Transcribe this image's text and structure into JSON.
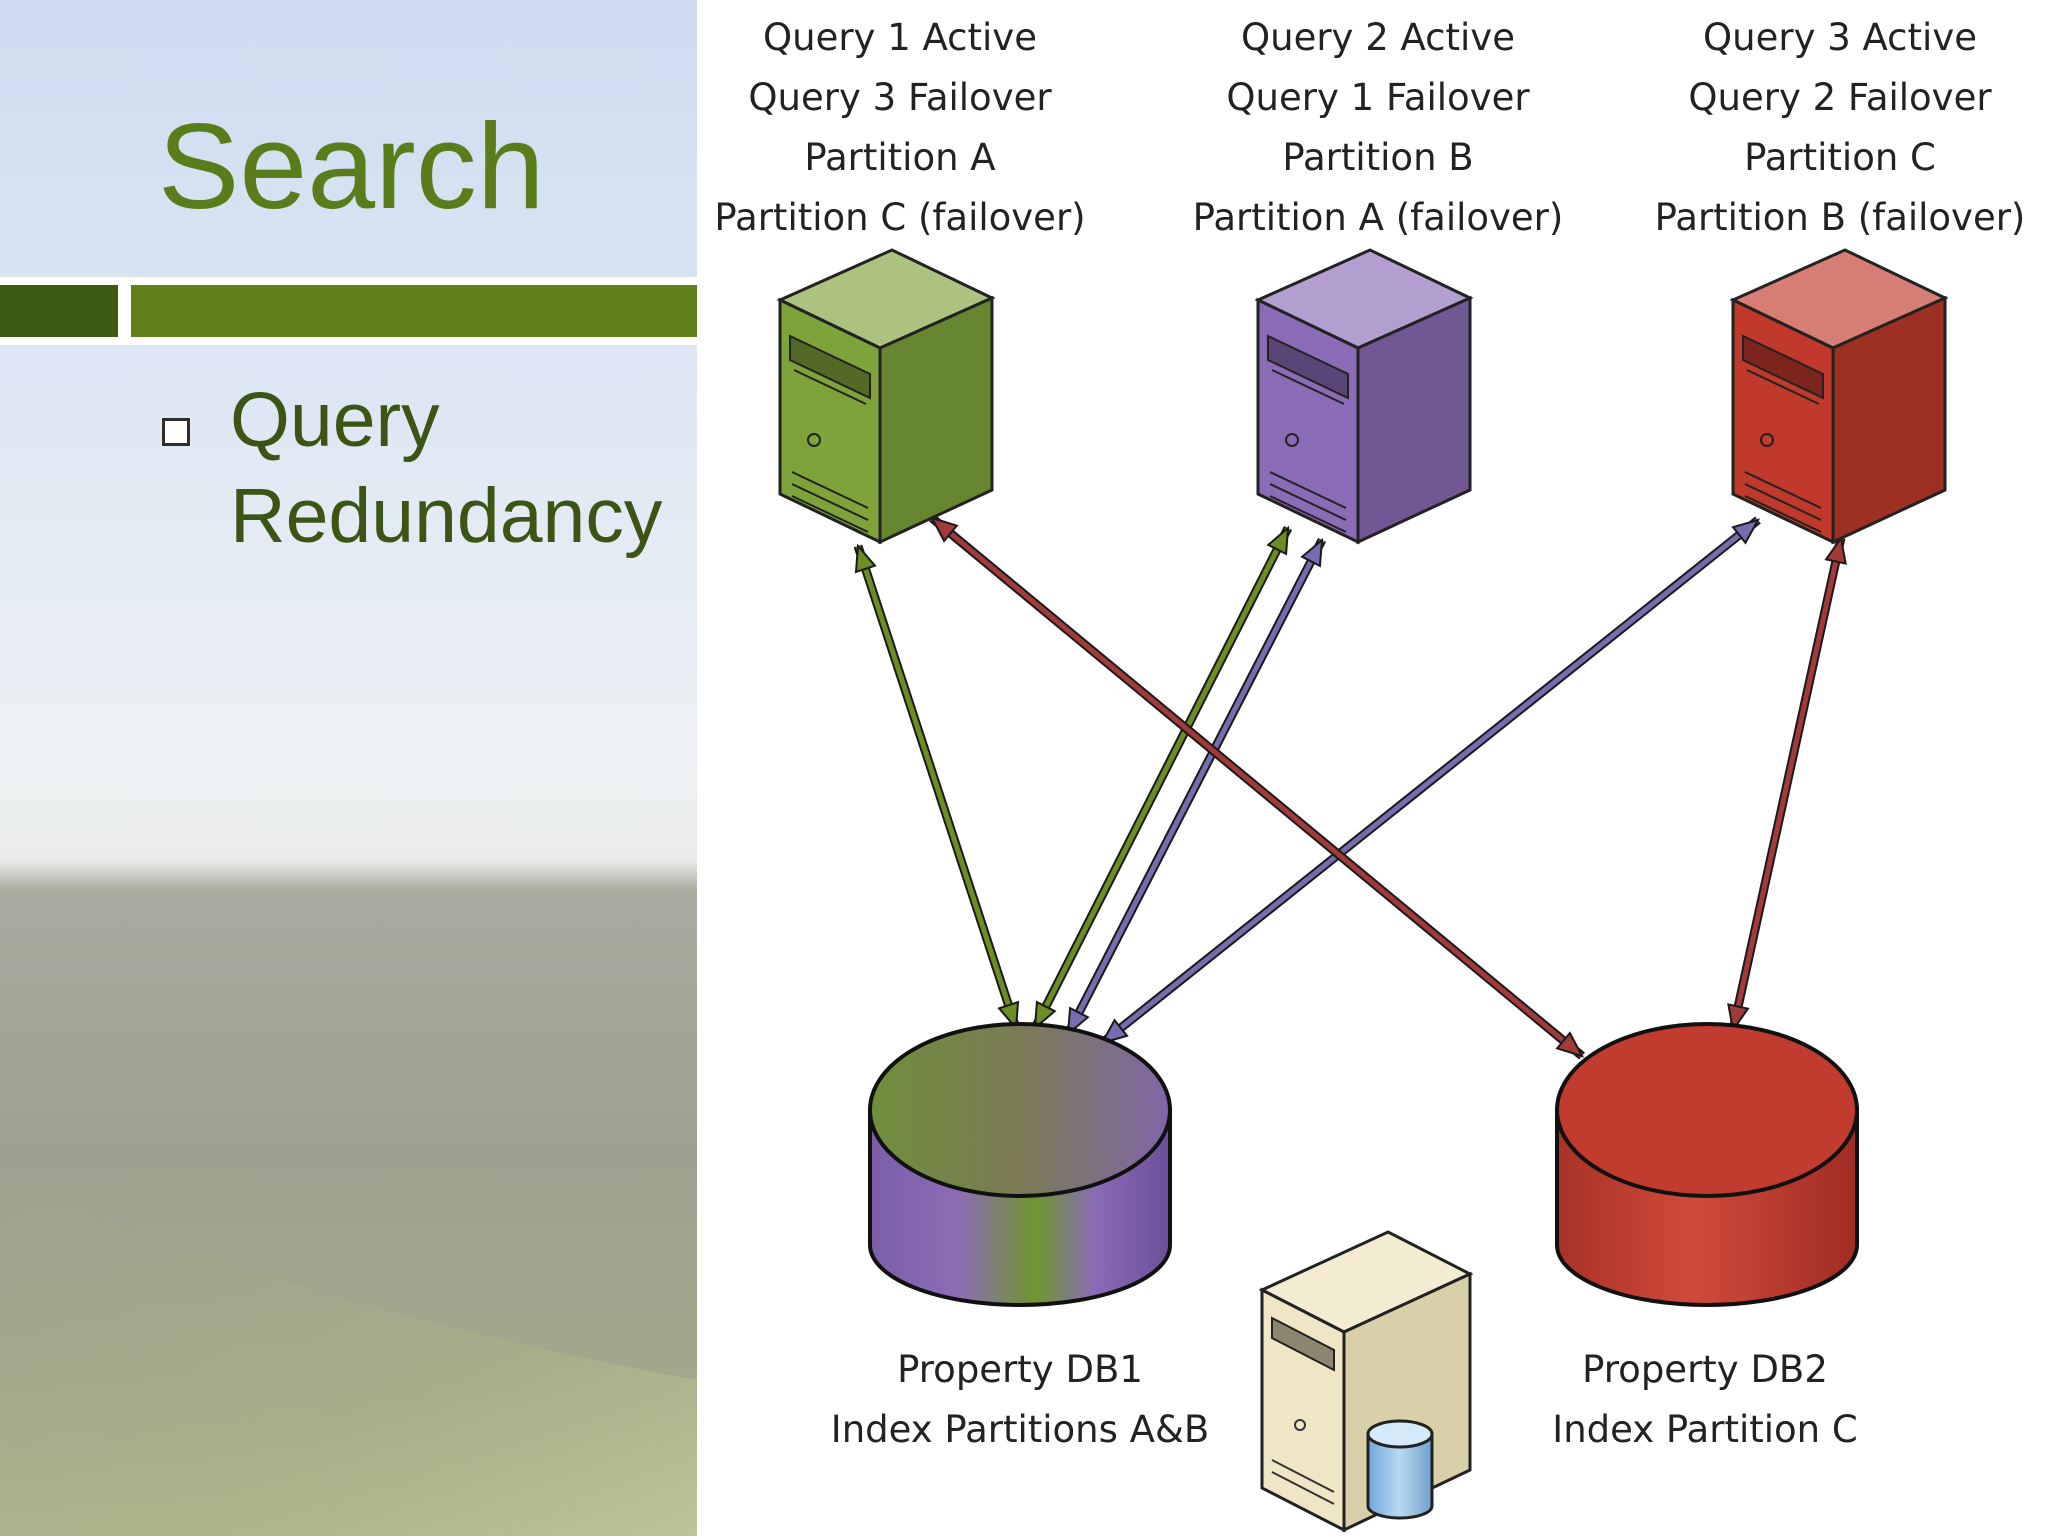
{
  "slide": {
    "title": "Search",
    "bullets": [
      {
        "line1": "Query",
        "line2": "Redundancy"
      }
    ]
  },
  "diagram": {
    "servers": [
      {
        "id": "server-1",
        "color": "#7ea33a",
        "lines": [
          "Query 1 Active",
          "Query 3 Failover",
          "Partition A",
          "Partition C (failover)"
        ]
      },
      {
        "id": "server-2",
        "color": "#8a6bb5",
        "lines": [
          "Query 2 Active",
          "Query 1 Failover",
          "Partition B",
          "Partition A (failover)"
        ]
      },
      {
        "id": "server-3",
        "color": "#c0392b",
        "lines": [
          "Query 3 Active",
          "Query 2 Failover",
          "Partition C",
          "Partition B (failover)"
        ]
      }
    ],
    "databases": [
      {
        "id": "db-1",
        "lines": [
          "Property DB1",
          "Index Partitions A&B"
        ]
      },
      {
        "id": "db-2",
        "lines": [
          "Property DB2",
          "Index Partition C"
        ]
      }
    ],
    "sql_server": {
      "icon": "database-server-icon"
    },
    "connections": [
      {
        "from": "server-1",
        "to": "db-1",
        "color": "#6b8e23"
      },
      {
        "from": "server-2",
        "to": "db-1",
        "color": "#6b8e23"
      },
      {
        "from": "server-2",
        "to": "db-1",
        "color": "#7a6ab0"
      },
      {
        "from": "server-3",
        "to": "db-1",
        "color": "#7a6ab0"
      },
      {
        "from": "server-1",
        "to": "db-2",
        "color": "#a33a3a"
      },
      {
        "from": "server-3",
        "to": "db-2",
        "color": "#a33a3a"
      }
    ]
  },
  "colors": {
    "title": "#5a7d1c",
    "bullet_text": "#3b5614",
    "accent_dark": "#3d5a12",
    "accent": "#5f7f18"
  }
}
